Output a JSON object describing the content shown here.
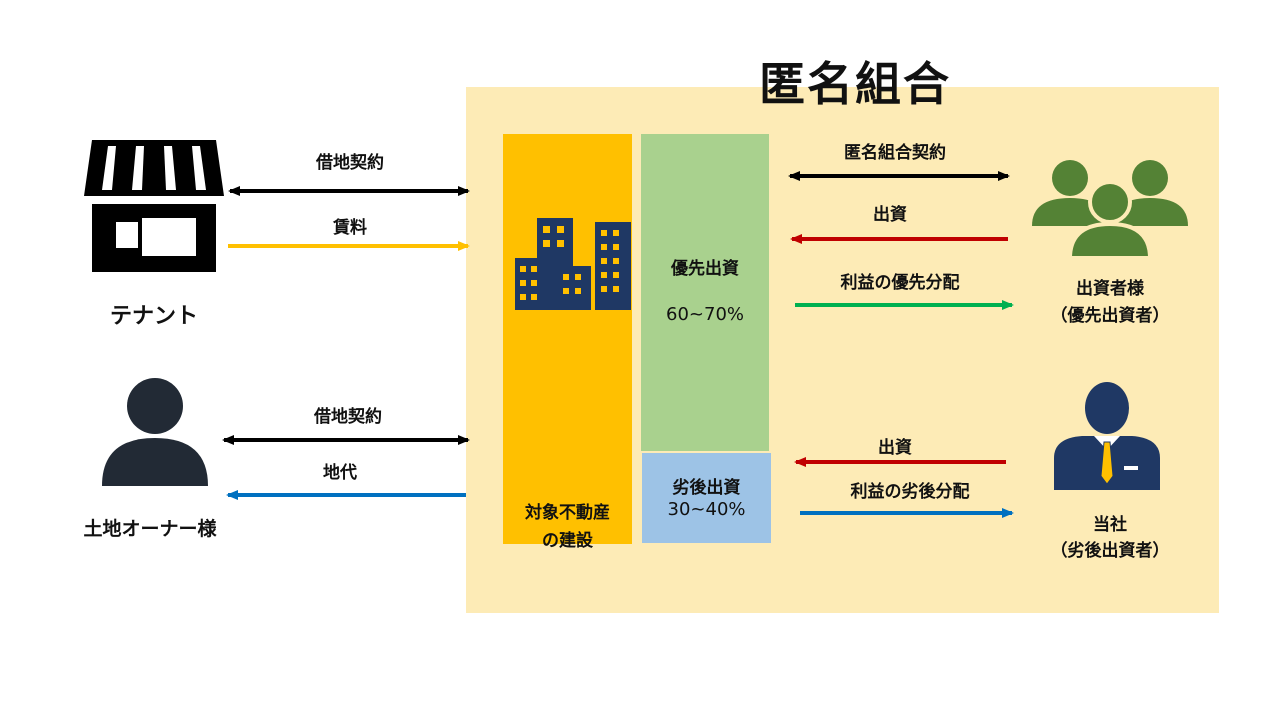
{
  "title": "匿名組合",
  "colors": {
    "scheme_bg": "#FDEBB6",
    "property_box": "#FFC000",
    "senior_box": "#A9D18E",
    "junior_box": "#9DC3E6",
    "investor_icon": "#548235",
    "company_icon": "#1F3864",
    "owner_icon": "#222A35",
    "arrow_black": "#000000",
    "arrow_yellow": "#FFC000",
    "arrow_red": "#C00000",
    "arrow_green": "#00B050",
    "arrow_blue": "#0070C0"
  },
  "left": {
    "tenant": {
      "icon": "store-icon",
      "label": "テナント"
    },
    "owner": {
      "icon": "person-icon",
      "label": "土地オーナー様"
    },
    "tenant_arrows": {
      "lease": "借地契約",
      "rent": "賃料"
    },
    "owner_arrows": {
      "lease": "借地契約",
      "ground_rent": "地代"
    }
  },
  "center": {
    "property": {
      "icon": "buildings-icon",
      "line1": "対象不動産",
      "line2": "の建設"
    },
    "senior": {
      "label": "優先出資",
      "ratio": "60~70%"
    },
    "junior": {
      "label": "劣後出資",
      "ratio": "30~40%"
    }
  },
  "right": {
    "investors": {
      "icon": "group-icon",
      "line1": "出資者様",
      "line2": "（優先出資者）"
    },
    "company": {
      "icon": "businessman-icon",
      "line1": "当社",
      "line2": "（劣後出資者）"
    },
    "investor_arrows": {
      "contract": "匿名組合契約",
      "investment": "出資",
      "distribution": "利益の優先分配"
    },
    "company_arrows": {
      "investment": "出資",
      "distribution": "利益の劣後分配"
    }
  }
}
